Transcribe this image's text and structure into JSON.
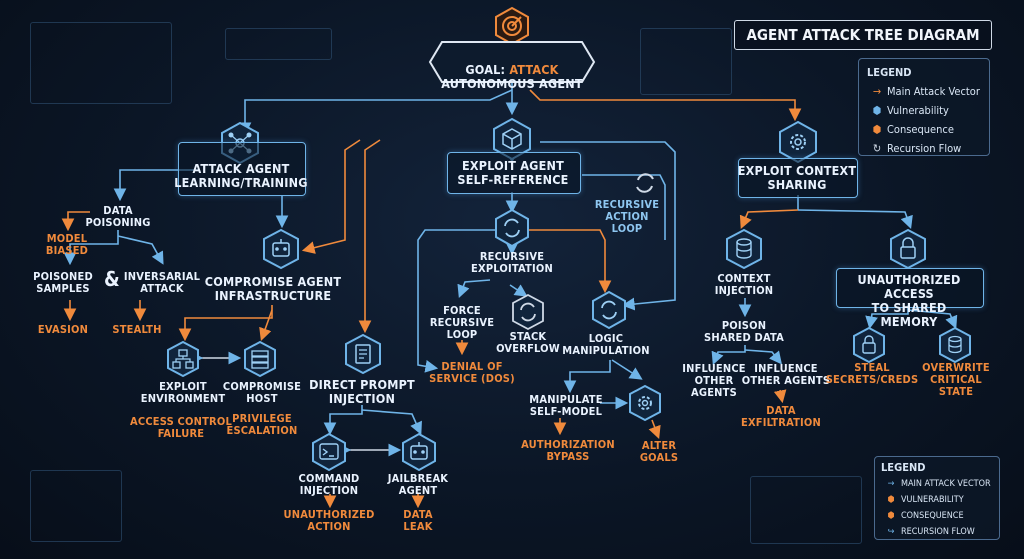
{
  "title": "AGENT ATTACK TREE DIAGRAM",
  "goal": {
    "prefix": "GOAL:",
    "highlight": "ATTACK",
    "line2": "AUTONOMOUS AGENT"
  },
  "branches": {
    "learning": "ATTACK AGENT\nLEARNING/TRAINING",
    "self_reference": "EXPLOIT AGENT\nSELF-REFERENCE",
    "context": "EXPLOIT CONTEXT\nSHARING"
  },
  "nodes": {
    "data_poisoning": "DATA\nPOISONING",
    "model_biased": "MODEL\nBIASED",
    "poisoned_samples": "POISONED\nSAMPLES",
    "ampersand": "&",
    "inversarial_attack": "INVERSARIAL\nATTACK",
    "evasion": "EVASION",
    "stealth": "STEALTH",
    "compromise_infra": "COMPROMISE AGENT\nINFRASTRUCTURE",
    "exploit_env": "EXPLOIT\nENVIRONMENT",
    "compromise_host": "COMPROMISE\nHOST",
    "access_control": "ACCESS CONTROL\nFAILURE",
    "privilege": "PRIVILEGE\nESCALATION",
    "direct_prompt": "DIRECT PROMPT\nINJECTION",
    "command_injection": "COMMAND\nINJECTION",
    "jailbreak": "JAILBREAK\nAGENT",
    "unauthorized_action": "UNAUTHORIZED\nACTION",
    "data_leak": "DATA\nLEAK",
    "recursive_exploitation": "RECURSIVE\nEXPLOITATION",
    "force_loop": "FORCE\nRECURSIVE\nLOOP",
    "stack_overflow": "STACK\nOVERFLOW",
    "dos": "DENIAL OF\nSERVICE (DOS)",
    "recursive_action_loop": "RECURSIVE\nACTION\nLOOP",
    "logic_manipulation": "LOGIC\nMANIPULATION",
    "manipulate_self_model": "MANIPULATE\nSELF-MODEL",
    "authorization_bypass": "AUTHORIZATION\nBYPASS",
    "alter_goals": "ALTER\nGOALS",
    "context_injection": "CONTEXT\nINJECTION",
    "poison_shared": "POISON\nSHARED DATA",
    "influence_other": "INFLUENCE\nOTHER\nAGENTS",
    "influence_other2": "INFLUENCE\nOTHER AGENTS",
    "data_exfiltration": "DATA\nEXFILTRATION",
    "unauthorized_access": "UNAUTHORIZED ACCESS\nTO SHARED MEMORY",
    "steal_secrets": "STEAL\nSECRETS/CREDS",
    "overwrite_state": "OVERWRITE\nCRITICAL STATE"
  },
  "legend_top": {
    "title": "LEGEND",
    "items": [
      "Main Attack Vector",
      "Vulnerability",
      "Consequence",
      "Recursion Flow"
    ]
  },
  "legend_bottom": {
    "title": "LEGEND",
    "items": [
      "MAIN ATTACK VECTOR",
      "VULNERABILITY",
      "CONSEQUENCE",
      "RECURSION FLOW"
    ]
  },
  "colors": {
    "blue": "#6fb4e8",
    "orange": "#f08a3c",
    "background": "#0b1626",
    "text": "#eaf3ff"
  },
  "icons": [
    "target-icon",
    "neural-network-icon",
    "cube-icon",
    "gear-icon",
    "robot-icon",
    "refresh-icon",
    "terminal-icon",
    "document-icon",
    "database-icon",
    "lock-icon",
    "server-icon",
    "network-icon"
  ]
}
